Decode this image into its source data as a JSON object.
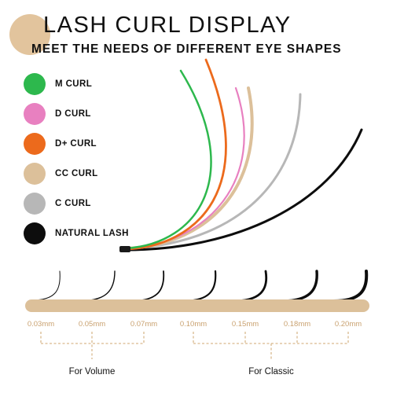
{
  "header": {
    "title": "LASH CURL DISPLAY",
    "subtitle": "MEET THE NEEDS OF DIFFERENT EYE SHAPES"
  },
  "legend": [
    {
      "label": "M CURL",
      "color": "#2db84d"
    },
    {
      "label": "D CURL",
      "color": "#e880c0"
    },
    {
      "label": "D+ CURL",
      "color": "#ec6a1c"
    },
    {
      "label": "CC CURL",
      "color": "#dcc09a"
    },
    {
      "label": "C CURL",
      "color": "#b7b7b7"
    },
    {
      "label": "NATURAL LASH",
      "color": "#0d0d0d"
    }
  ],
  "thickness": {
    "options": [
      "0.03mm",
      "0.05mm",
      "0.07mm",
      "0.10mm",
      "0.15mm",
      "0.18mm",
      "0.20mm"
    ],
    "groups": {
      "volume": "For Volume",
      "classic": "For Classic"
    }
  },
  "colors": {
    "bar": "#dcc09a",
    "bracket": "#d9b98e",
    "thickness_text": "#c9a16f"
  }
}
